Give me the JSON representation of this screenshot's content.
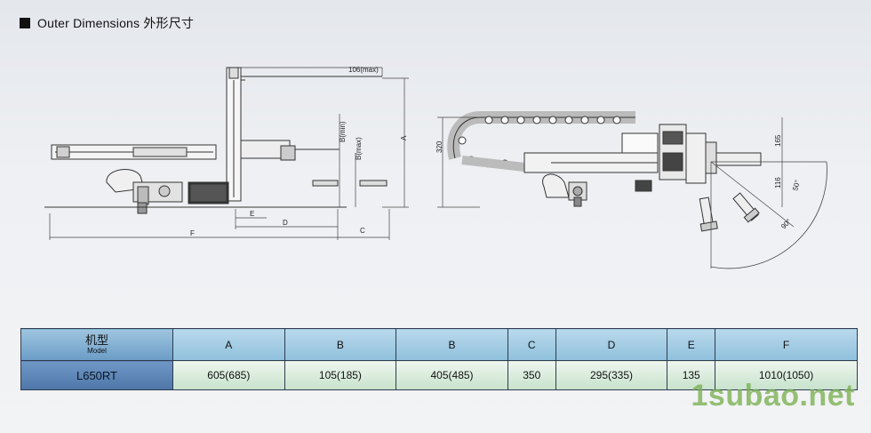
{
  "header": {
    "title": "Outer Dimensions 外形尺寸"
  },
  "drawing_left": {
    "dim_106": "106(max)",
    "dim_bmin": "B(min)",
    "dim_bmax": "B(max)",
    "dim_a": "A",
    "dim_e": "E",
    "dim_d": "D",
    "dim_f": "F",
    "dim_c": "C"
  },
  "drawing_right": {
    "dim_320": "320",
    "dim_165": "165",
    "dim_116": "116",
    "dim_50": "50°",
    "dim_90": "90°"
  },
  "table": {
    "model_zh": "机型",
    "model_en": "Model",
    "headers": [
      "A",
      "B",
      "B",
      "C",
      "D",
      "E",
      "F"
    ],
    "model": "L650RT",
    "values": [
      "605(685)",
      "105(185)",
      "405(485)",
      "350",
      "295(335)",
      "135",
      "1010(1050)"
    ]
  },
  "watermark": "1subao.net"
}
